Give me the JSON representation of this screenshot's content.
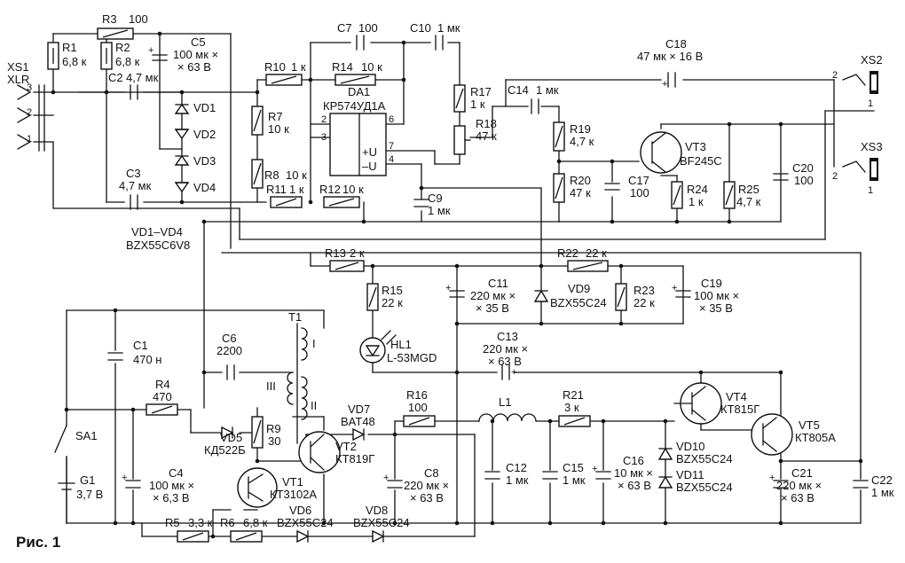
{
  "caption": "Рис. 1",
  "connectors": {
    "xs1": {
      "name": "XS1",
      "type": "XLR",
      "pins": [
        "3",
        "2",
        "1"
      ]
    },
    "xs2": {
      "name": "XS2",
      "pins": [
        "2",
        "1"
      ]
    },
    "xs3": {
      "name": "XS3",
      "pins": [
        "2",
        "1"
      ]
    }
  },
  "resistors": {
    "r1": {
      "ref": "R1",
      "value": "6,8 к"
    },
    "r2": {
      "ref": "R2",
      "value": "6,8 к"
    },
    "r3": {
      "ref": "R3",
      "value": "100"
    },
    "r4": {
      "ref": "R4",
      "value": "470"
    },
    "r5": {
      "ref": "R5",
      "value": "3,3 к"
    },
    "r6": {
      "ref": "R6",
      "value": "6,8 к"
    },
    "r7": {
      "ref": "R7",
      "value": "10 к"
    },
    "r8": {
      "ref": "R8",
      "value": "10 к"
    },
    "r9": {
      "ref": "R9",
      "value": "30"
    },
    "r10": {
      "ref": "R10",
      "value": "1 к"
    },
    "r11": {
      "ref": "R11",
      "value": "1 к"
    },
    "r12": {
      "ref": "R12",
      "value": "10 к"
    },
    "r13": {
      "ref": "R13",
      "value": "2 к"
    },
    "r14": {
      "ref": "R14",
      "value": "10 к"
    },
    "r15": {
      "ref": "R15",
      "value": "22 к"
    },
    "r16": {
      "ref": "R16",
      "value": "100"
    },
    "r17": {
      "ref": "R17",
      "value": "1 к"
    },
    "r18": {
      "ref": "R18",
      "value": "47 к"
    },
    "r19": {
      "ref": "R19",
      "value": "4,7 к"
    },
    "r20": {
      "ref": "R20",
      "value": "47 к"
    },
    "r21": {
      "ref": "R21",
      "value": "3 к"
    },
    "r22": {
      "ref": "R22",
      "value": "22 к"
    },
    "r23": {
      "ref": "R23",
      "value": "22 к"
    },
    "r24": {
      "ref": "R24",
      "value": "1 к"
    },
    "r25": {
      "ref": "R25",
      "value": "4,7 к"
    }
  },
  "capacitors": {
    "c1": {
      "ref": "C1",
      "value": "470 н"
    },
    "c2": {
      "ref": "C2",
      "value": "4,7 мк"
    },
    "c3": {
      "ref": "C3",
      "value": "4,7 мк"
    },
    "c4": {
      "ref": "C4",
      "value": "100 мк ×",
      "value2": "× 6,3 В"
    },
    "c5": {
      "ref": "C5",
      "value": "100 мк ×",
      "value2": "× 63 В"
    },
    "c6": {
      "ref": "C6",
      "value": "2200"
    },
    "c7": {
      "ref": "C7",
      "value": "100"
    },
    "c8": {
      "ref": "C8",
      "value": "220 мк ×",
      "value2": "× 63 В"
    },
    "c9": {
      "ref": "C9",
      "value": "1 мк"
    },
    "c10": {
      "ref": "C10",
      "value": "1 мк"
    },
    "c11": {
      "ref": "C11",
      "value": "220 мк ×",
      "value2": "× 35 В"
    },
    "c12": {
      "ref": "C12",
      "value": "1 мк"
    },
    "c13": {
      "ref": "C13",
      "value": "220 мк ×",
      "value2": "× 63 В"
    },
    "c14": {
      "ref": "C14",
      "value": "1 мк"
    },
    "c15": {
      "ref": "C15",
      "value": "1 мк"
    },
    "c16": {
      "ref": "C16",
      "value": "10 мк ×",
      "value2": "× 63 В"
    },
    "c17": {
      "ref": "C17",
      "value": "100"
    },
    "c18": {
      "ref": "C18",
      "value": "47 мк × 16 В"
    },
    "c19": {
      "ref": "C19",
      "value": "100 мк ×",
      "value2": "× 35 В"
    },
    "c20": {
      "ref": "C20",
      "value": "100"
    },
    "c21": {
      "ref": "C21",
      "value": "220 мк ×",
      "value2": "× 63 В"
    },
    "c22": {
      "ref": "C22",
      "value": "1 мк"
    }
  },
  "diodes": {
    "vd1": "VD1",
    "vd2": "VD2",
    "vd3": "VD3",
    "vd4": "VD4",
    "vd1_4_label": "VD1–VD4",
    "vd1_4_type": "BZX55C6V8",
    "vd5": {
      "ref": "VD5",
      "type": "КД522Б"
    },
    "vd6": {
      "ref": "VD6",
      "type": "BZX55C24"
    },
    "vd7": {
      "ref": "VD7",
      "type": "BAT48"
    },
    "vd8": {
      "ref": "VD8",
      "type": "BZX55C24"
    },
    "vd9": {
      "ref": "VD9",
      "type": "BZX55C24"
    },
    "vd10": {
      "ref": "VD10",
      "type": "BZX55C24"
    },
    "vd11": {
      "ref": "VD11",
      "type": "BZX55C24"
    }
  },
  "semis": {
    "da1": {
      "ref": "DA1",
      "type": "КР574УД1А",
      "pins": [
        "2",
        "3",
        "6",
        "7",
        "4"
      ],
      "plus_u": "+U",
      "minus_u": "–U"
    },
    "vt1": {
      "ref": "VT1",
      "type": "КТ3102А"
    },
    "vt2": {
      "ref": "VT2",
      "type": "КТ819Г"
    },
    "vt3": {
      "ref": "VT3",
      "type": "BF245C"
    },
    "vt4": {
      "ref": "VT4",
      "type": "КТ815Г"
    },
    "vt5": {
      "ref": "VT5",
      "type": "КТ805А"
    },
    "hl1": {
      "ref": "HL1",
      "type": "L-53MGD"
    }
  },
  "magnetics": {
    "t1": "T1",
    "w1": "I",
    "w2": "II",
    "w3": "III",
    "l1": "L1"
  },
  "power": {
    "sa1": "SA1",
    "g1": {
      "ref": "G1",
      "value": "3,7 В"
    }
  }
}
